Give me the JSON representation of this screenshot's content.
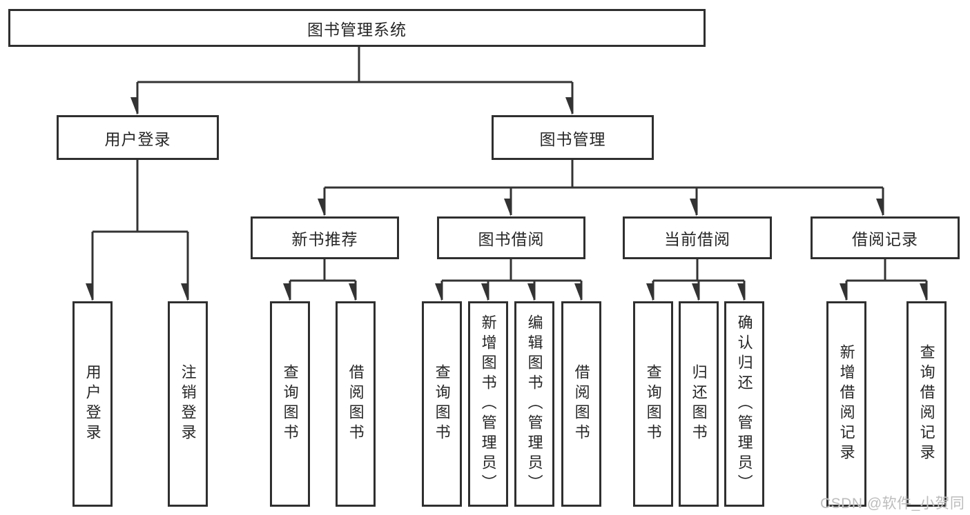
{
  "tree": {
    "root": "图书管理系统",
    "branches": [
      {
        "label": "用户登录",
        "children": [
          "用户登录",
          "注销登录"
        ]
      },
      {
        "label": "图书管理",
        "groups": [
          {
            "label": "新书推荐",
            "children": [
              "查询图书",
              "借阅图书"
            ]
          },
          {
            "label": "图书借阅",
            "children": [
              "查询图书",
              "新增图书（管理员）",
              "编辑图书（管理员）",
              "借阅图书"
            ]
          },
          {
            "label": "当前借阅",
            "children": [
              "查询图书",
              "归还图书",
              "确认归还（管理员）"
            ]
          },
          {
            "label": "借阅记录",
            "children": [
              "新增借阅记录",
              "查询借阅记录"
            ]
          }
        ]
      }
    ]
  },
  "colors": {
    "line": "#333333",
    "border": "#2f2f2f",
    "text": "#262626",
    "watermark": "#bcbcbc"
  },
  "watermark": "CSDN @软件_小贺同学"
}
